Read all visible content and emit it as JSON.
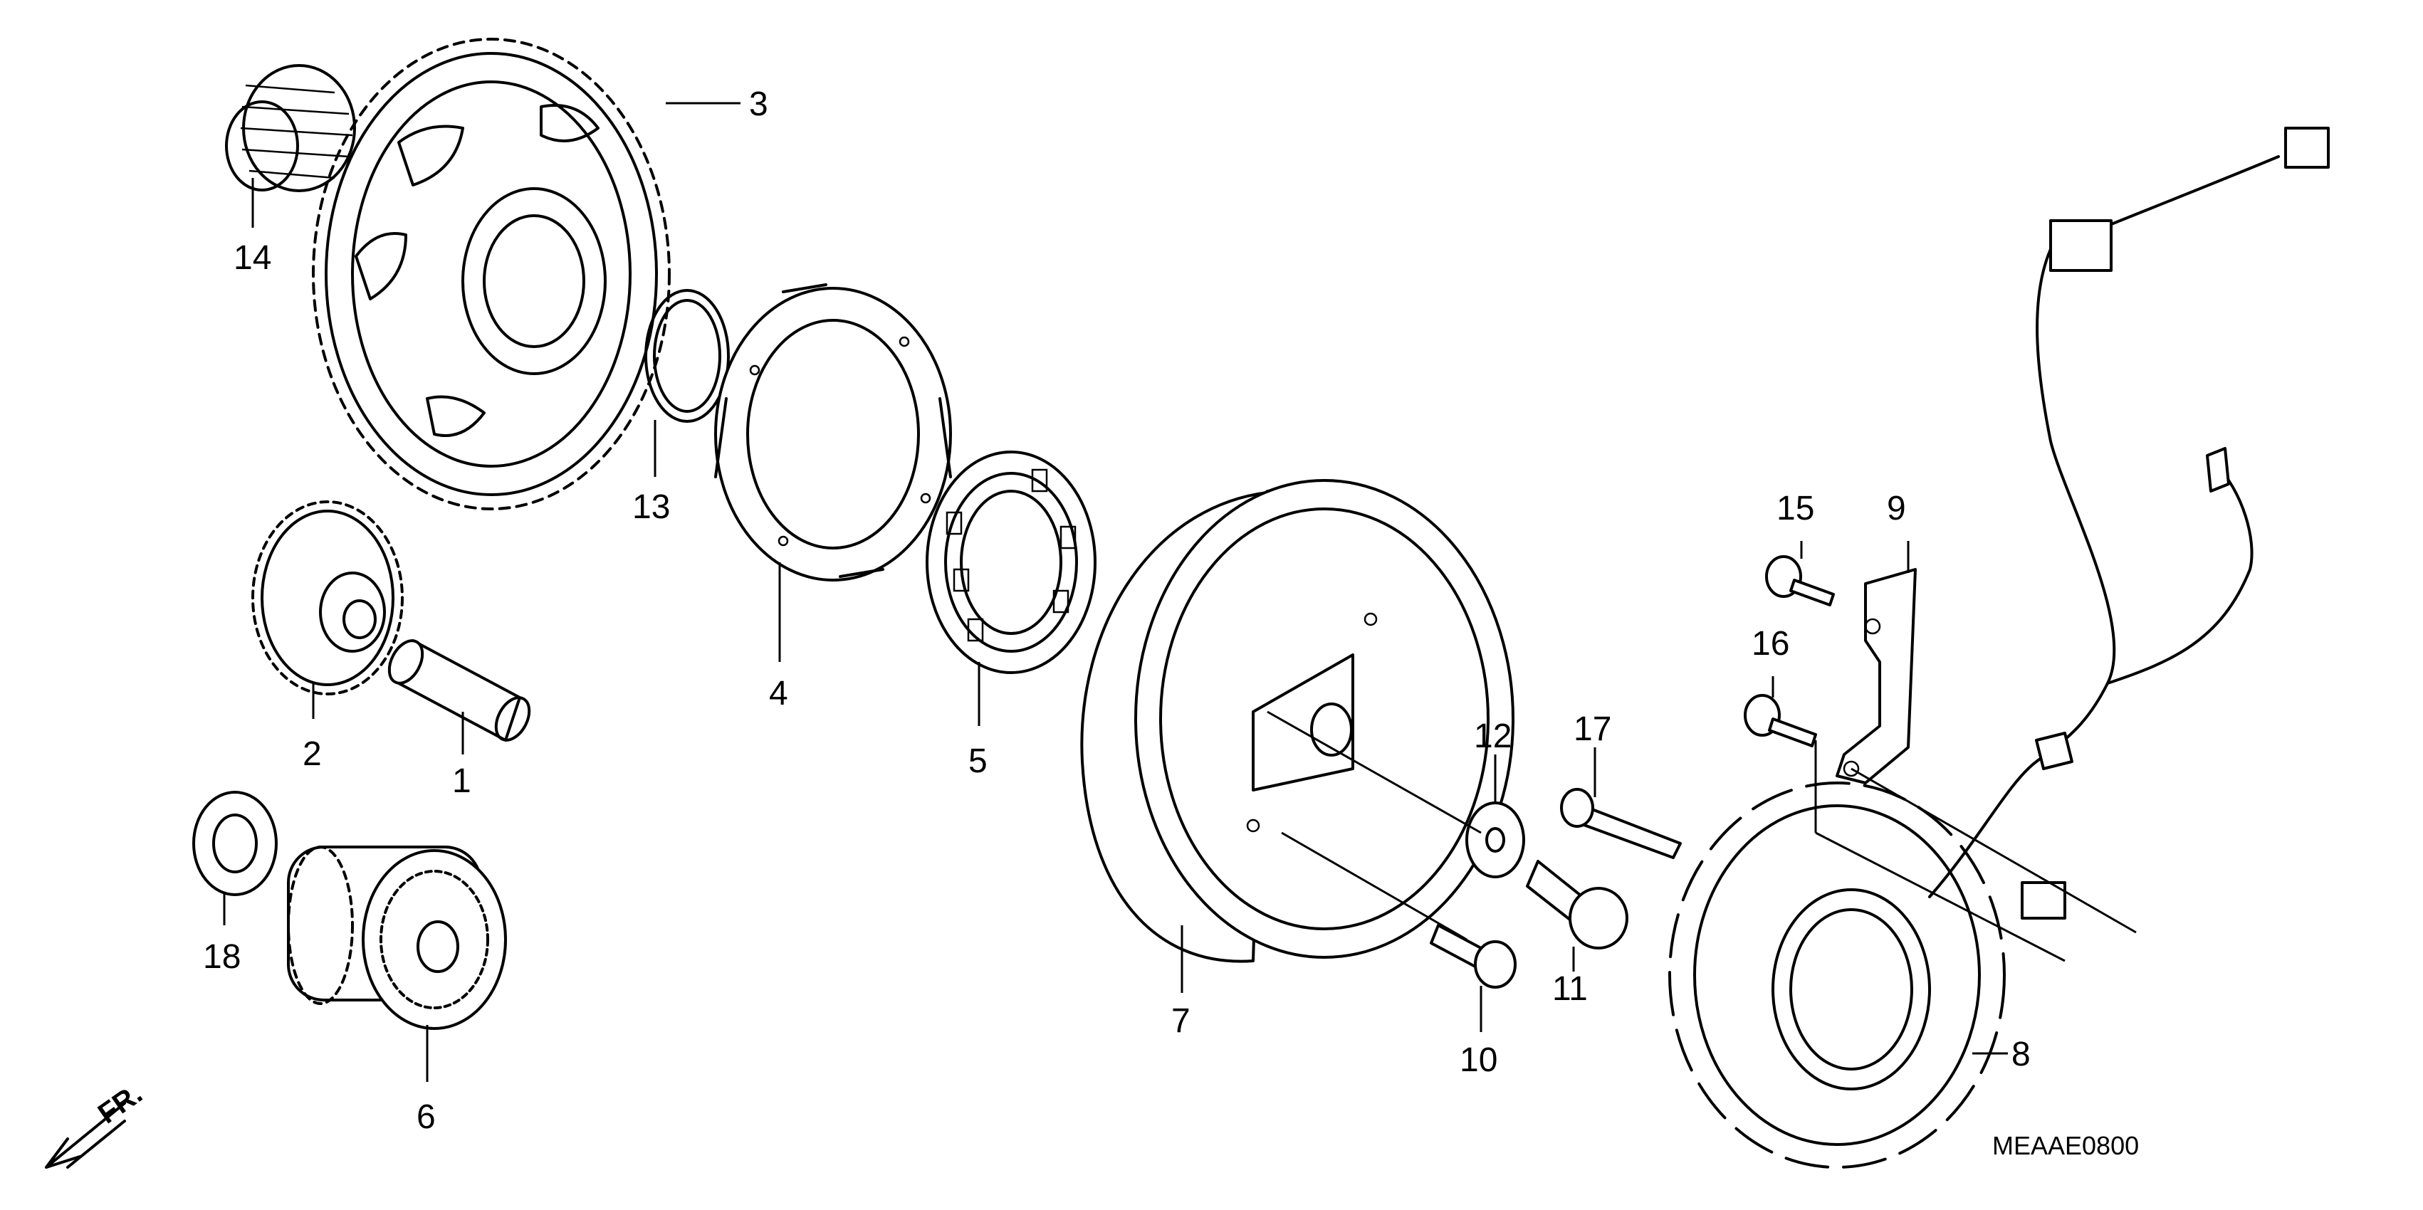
{
  "diagram_code": "MEAAE0800",
  "front_marker": "FR.",
  "parts": [
    {
      "number": "1"
    },
    {
      "number": "2"
    },
    {
      "number": "3"
    },
    {
      "number": "4"
    },
    {
      "number": "5"
    },
    {
      "number": "6"
    },
    {
      "number": "7"
    },
    {
      "number": "8"
    },
    {
      "number": "9"
    },
    {
      "number": "10"
    },
    {
      "number": "11"
    },
    {
      "number": "12"
    },
    {
      "number": "13"
    },
    {
      "number": "14"
    },
    {
      "number": "15"
    },
    {
      "number": "16"
    },
    {
      "number": "17"
    },
    {
      "number": "18"
    }
  ]
}
